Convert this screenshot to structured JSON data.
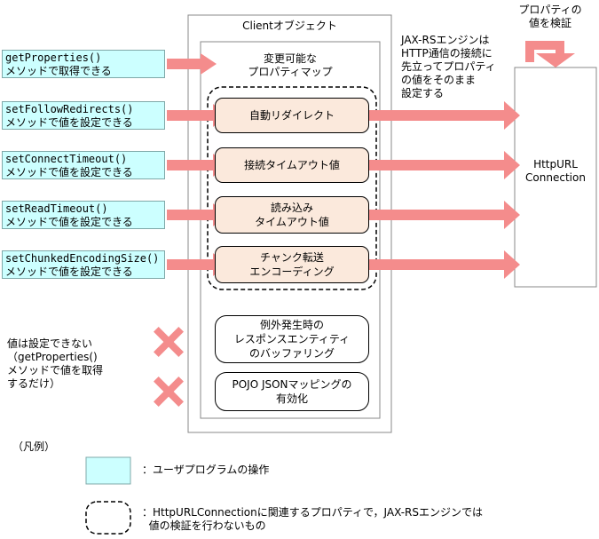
{
  "client_title": "Clientオブジェクト",
  "property_map_title": "変更可能な\nプロパティマップ",
  "api_boxes": [
    {
      "method": "getProperties()",
      "desc": "メソッドで取得できる"
    },
    {
      "method": "setFollowRedirects()",
      "desc": "メソッドで値を設定できる"
    },
    {
      "method": "setConnectTimeout()",
      "desc": "メソッドで値を設定できる"
    },
    {
      "method": "setReadTimeout()",
      "desc": "メソッドで値を設定できる"
    },
    {
      "method": "setChunkedEncodingSize()",
      "desc": "メソッドで値を設定できる"
    }
  ],
  "properties": [
    "自動リダイレクト",
    "接続タイムアウト値",
    "読み込み\nタイムアウト値",
    "チャンク転送\nエンコーディング"
  ],
  "non_settable": [
    "例外発生時の\nレスポンスエンティティ\nのバッファリング",
    "POJO JSONマッピングの\n有効化"
  ],
  "non_settable_note": "値は設定できない\n（getProperties()\nメソッドで値を取得\nするだけ）",
  "jaxrs_note": "JAX-RSエンジンは\nHTTP通信の接続に\n先立ってプロパティ\nの値をそのまま\n設定する",
  "validate_label": "プロパティの\n値を検証",
  "http_url_connection": "HttpURL\nConnection",
  "legend": {
    "title": "（凡例）",
    "user_op": "：ユーザプログラムの操作",
    "dashed": "：HttpURLConnectionに関連するプロパティで，JAX-RSエンジンでは\n  値の検証を行わないもの"
  },
  "colors": {
    "arrow": "#f48c8c",
    "cross": "#f48c8c",
    "api_box": "#ccffff",
    "property_fill": "#fbe9dc"
  }
}
